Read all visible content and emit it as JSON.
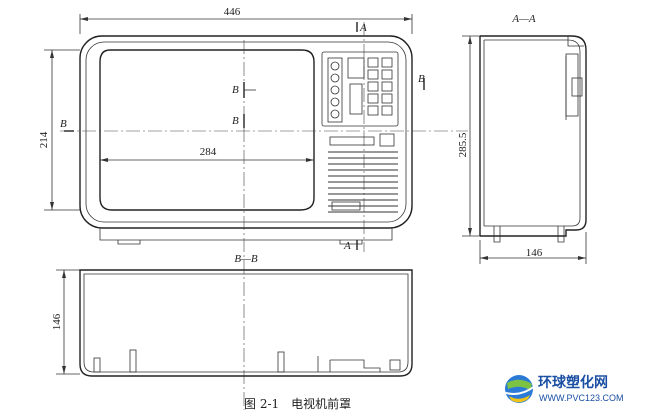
{
  "dimensions": {
    "front_width": "446",
    "front_height": "214",
    "screen_width": "284",
    "side_height": "285.5",
    "side_depth": "146",
    "section_height": "146"
  },
  "section_marks": {
    "a_top": "A",
    "a_bottom": "A",
    "b_left": "B",
    "b_right": "B",
    "b_center_top": "B",
    "b_center_bottom": "B",
    "view_aa": "A—A",
    "view_bb": "B—B"
  },
  "caption": "图 2-1　电视机前罩",
  "watermark": {
    "name": "环球塑化网",
    "url": "WWW.PVC123.COM"
  }
}
